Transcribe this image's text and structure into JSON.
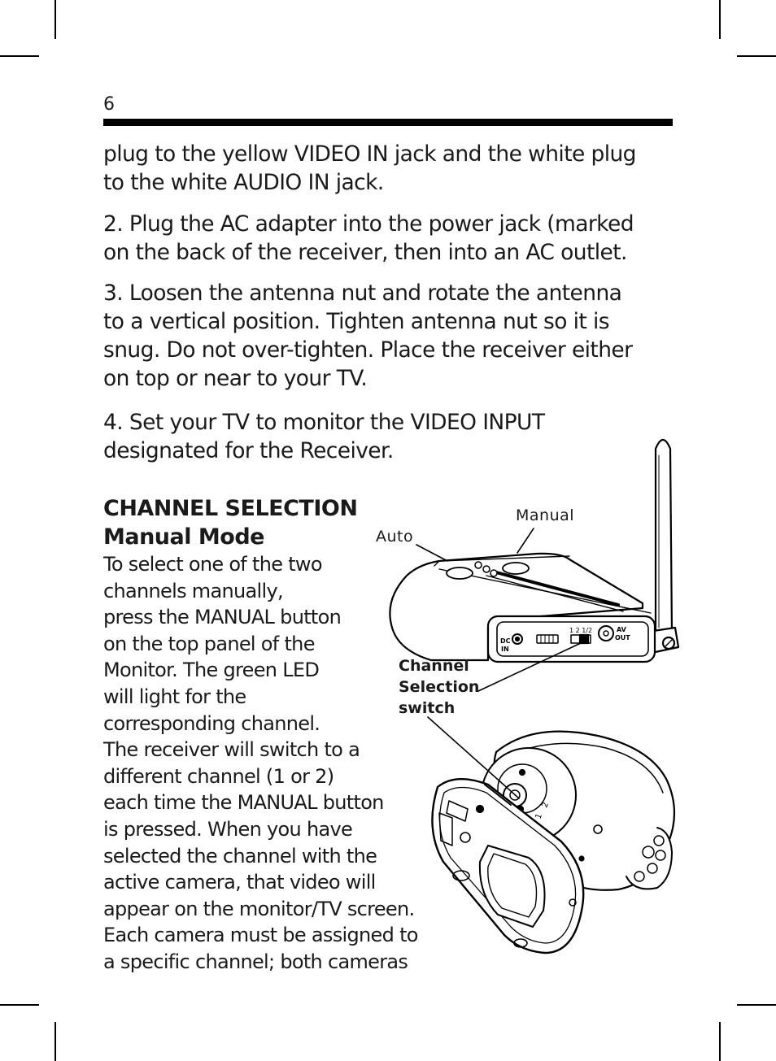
{
  "page": {
    "number": "6",
    "paragraphs": [
      [
        "plug to the yellow VIDEO IN jack and the white plug",
        "to the white AUDIO IN jack."
      ],
      [
        "2. Plug the AC adapter into the power jack (marked",
        "on the back of the receiver, then into an AC outlet."
      ],
      [
        "3. Loosen the antenna nut and rotate the antenna",
        "to a vertical position. Tighten antenna nut so it is",
        "snug. Do not over-tighten. Place the receiver either",
        "on top or near to your TV."
      ],
      [
        "4. Set your TV to monitor the VIDEO INPUT",
        "designated for the Receiver."
      ]
    ],
    "section": {
      "heading": "CHANNEL SELECTION",
      "subheading": "Manual Mode",
      "body_lines": [
        "To select one of the two",
        "channels manually,",
        "press the MANUAL button",
        "on the top panel of the",
        "Monitor. The green LED",
        "will light for the",
        "corresponding channel.",
        "The receiver will switch to a",
        "different channel (1 or 2)",
        "each time the MANUAL button",
        "is pressed. When you have",
        "selected the channel with the",
        "active camera, that video will",
        "appear on the monitor/TV screen.",
        "Each camera must be assigned to",
        "a specific channel; both cameras"
      ]
    }
  },
  "figure": {
    "label_auto": "Auto",
    "label_manual": "Manual",
    "callout_lines": [
      "Channel",
      "Selection",
      "switch"
    ],
    "receiver_labels": {
      "dc_in_1": "DC",
      "dc_in_2": "IN",
      "switch_positions": "1  2  1/2",
      "av_out_1": "AV",
      "av_out_2": "OUT"
    },
    "camera_switch_labels": [
      "1",
      "2"
    ]
  }
}
